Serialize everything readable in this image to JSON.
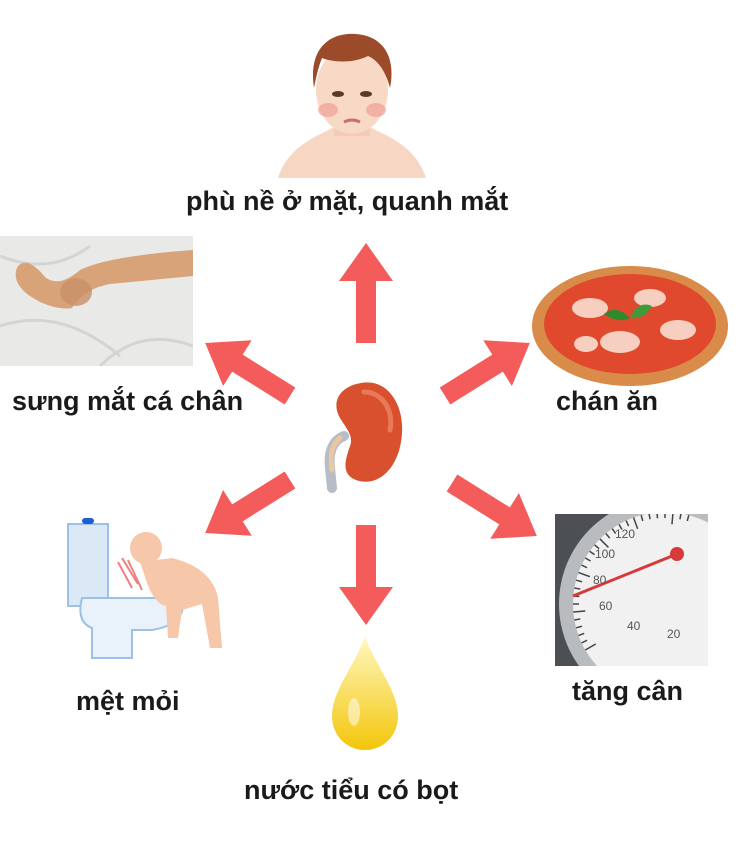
{
  "center": {
    "name": "kidney-icon"
  },
  "symptoms": [
    {
      "id": "face",
      "label": "phù nề ở mặt, quanh mắt",
      "icon": "swollen-face-icon"
    },
    {
      "id": "ankle",
      "label": "sưng mắt cá chân",
      "icon": "swollen-ankle-photo"
    },
    {
      "id": "appetite",
      "label": "chán ăn",
      "icon": "pizza-icon"
    },
    {
      "id": "fatigue",
      "label": "mệt mỏi",
      "icon": "vomiting-person-icon"
    },
    {
      "id": "urine",
      "label": "nước tiểu có bọt",
      "icon": "urine-drop-icon"
    },
    {
      "id": "weight",
      "label": "tăng cân",
      "icon": "weight-scale-icon"
    }
  ],
  "scale": {
    "numbers": [
      "100",
      "120",
      "80",
      "60",
      "40",
      "20"
    ]
  },
  "colors": {
    "arrow": "#f45b5b",
    "kidney": "#d9502f",
    "text": "#1a1a1a"
  }
}
